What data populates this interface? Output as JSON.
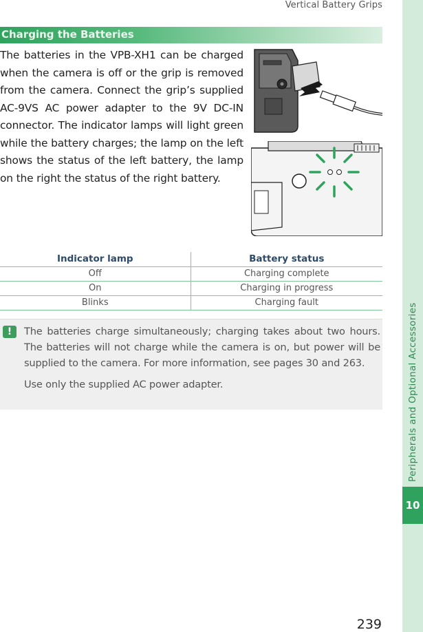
{
  "running_header": "Vertical Battery Grips",
  "section": {
    "title": "Charging the Batteries",
    "body": "The batteries in the VPB-XH1 can be charged when the camera is off or the grip is removed from the camera. Connect the grip’s supplied AC-9VS AC power adapter to the 9V DC-IN connector. The indicator lamps will light green while the battery charges; the lamp on the left shows the status of the left battery, the lamp on the right the status of the right battery."
  },
  "table": {
    "headers": [
      "Indicator lamp",
      "Battery status"
    ],
    "rows": [
      [
        "Off",
        "Charging complete"
      ],
      [
        "On",
        "Charging in progress"
      ],
      [
        "Blinks",
        "Charging fault"
      ]
    ]
  },
  "note": {
    "icon": "!",
    "paragraphs": [
      "The batteries charge simultaneously; charging takes about two hours. The batteries will not charge while the camera is on, but power will be supplied to the camera. For more information, see pages 30 and 263.",
      "Use only the supplied AC power adapter."
    ]
  },
  "side": {
    "label": "Peripherals and Optional Accessories",
    "chapter": "10"
  },
  "page_number": "239",
  "colors": {
    "accent": "#2fa35e",
    "tab_bg": "#d3ebdb",
    "note_bg": "#efefef",
    "header_text": "#2c4a6b"
  }
}
